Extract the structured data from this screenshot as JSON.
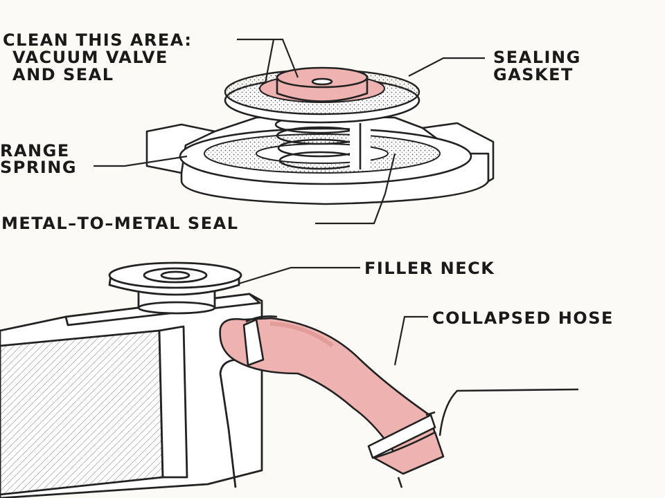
{
  "labels": {
    "clean_line1": "CLEAN THIS AREA:",
    "clean_line2": "VACUUM VALVE",
    "clean_line3": "AND SEAL",
    "sealing_line1": "SEALING",
    "sealing_line2": "GASKET",
    "spring_line1": "RANGE",
    "spring_line2": "SPRING",
    "metal_seal": "METAL–TO–METAL SEAL",
    "filler_neck": "FILLER NECK",
    "collapsed_hose": "COLLAPSED HOSE"
  },
  "colors": {
    "line": "#222222",
    "pink": "#eeb3b0",
    "pink_dark": "#e29c99",
    "paper": "#fbfaf7"
  }
}
